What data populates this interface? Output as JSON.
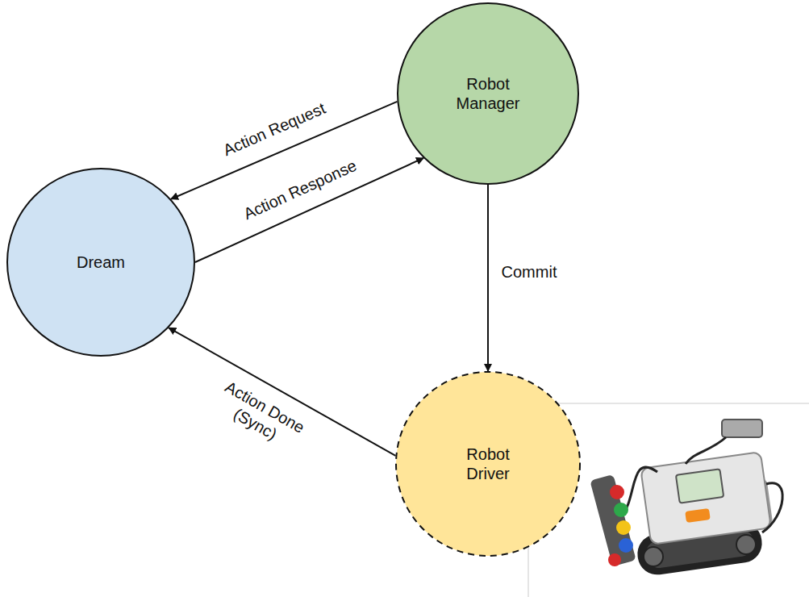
{
  "diagram": {
    "nodes": [
      {
        "text": [
          "Robot Manager"
        ]
      },
      {
        "text": [
          "Dream"
        ]
      },
      {
        "text": [
          "Robot Driver"
        ]
      }
    ],
    "edges": [
      {
        "from": 0,
        "to": 1,
        "label": "Action Request",
        "arrow": "to"
      },
      {
        "from": 1,
        "to": 0,
        "label": "Action Response",
        "arrow": "to"
      },
      {
        "from": 0,
        "to": 2,
        "label": "Commit",
        "arrow": "to"
      },
      {
        "from": 2,
        "to": 1,
        "label": "Action Done (Sync)",
        "arrow": "to"
      }
    ]
  }
}
